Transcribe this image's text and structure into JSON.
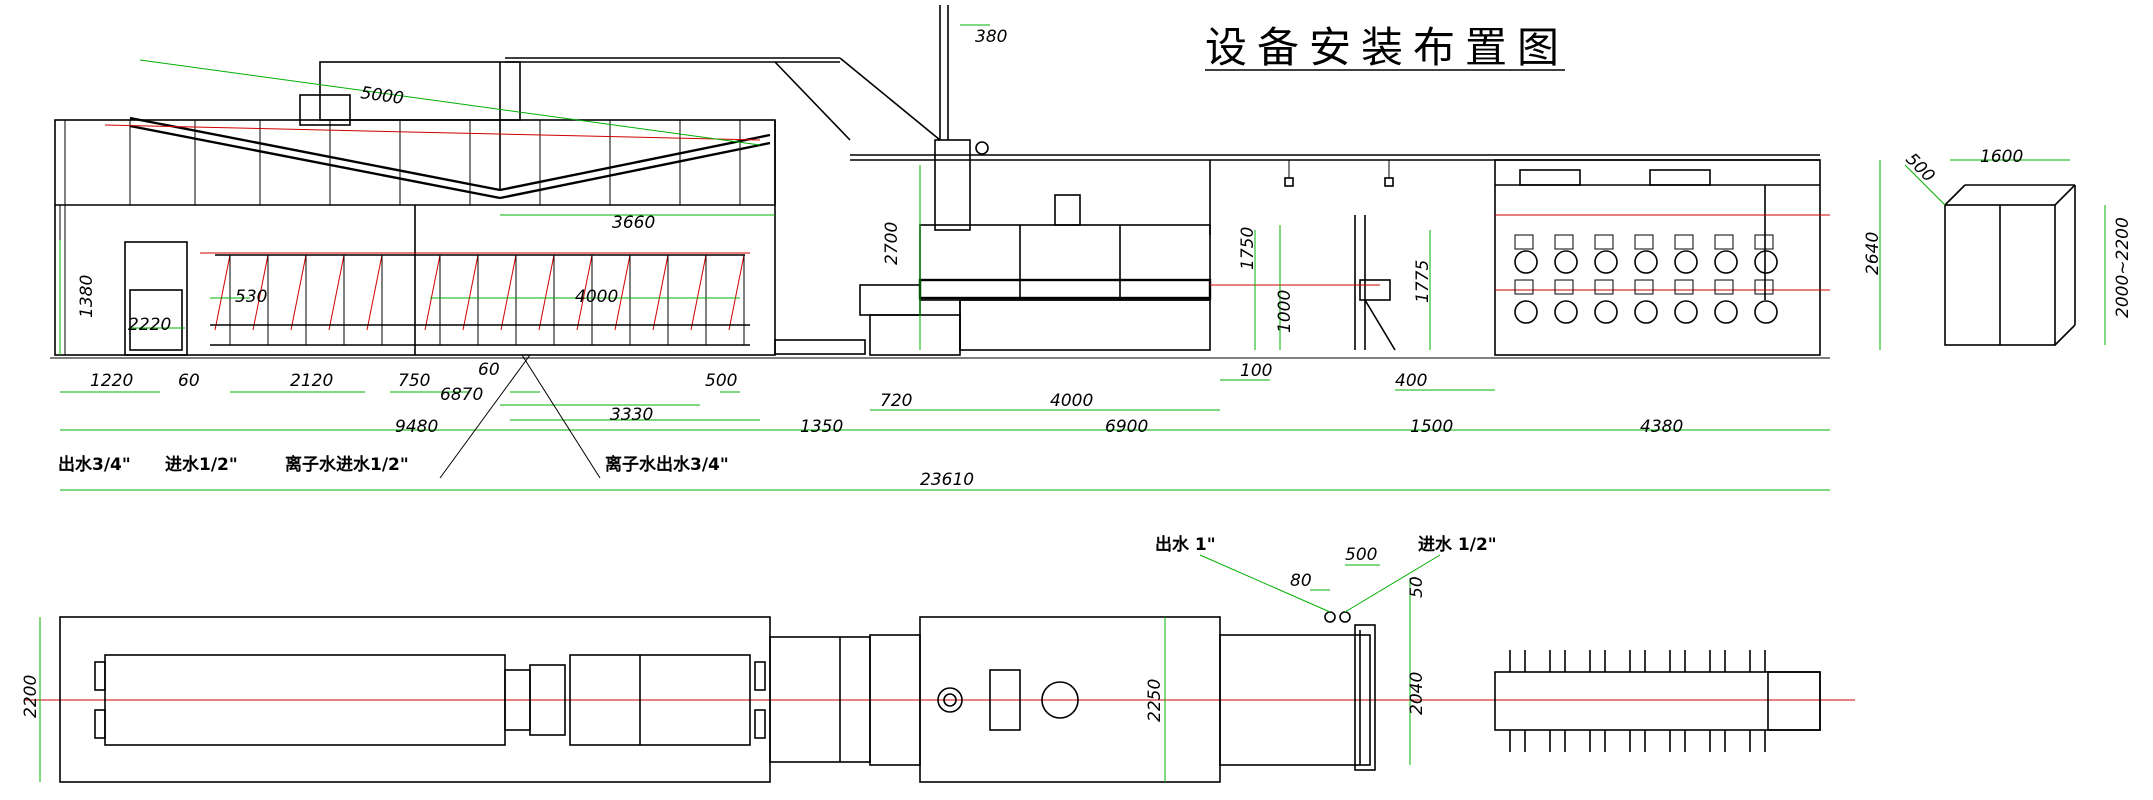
{
  "title": "设备安装布置图",
  "dims": {
    "d380": "380",
    "d5000": "5000",
    "d3660": "3660",
    "d1380": "1380",
    "d530": "530",
    "d4000a": "4000",
    "d2220": "2220",
    "d1220": "1220",
    "d60a": "60",
    "d2120": "2120",
    "d750": "750",
    "d60b": "60",
    "d6870": "6870",
    "d500a": "500",
    "d9480": "9480",
    "d3330": "3330",
    "d1350": "1350",
    "d6900": "6900",
    "d1500": "1500",
    "d4380": "4380",
    "d23610": "23610",
    "d720": "720",
    "d4000b": "4000",
    "d100": "100",
    "d2700": "2700",
    "d1750": "1750",
    "d1000": "1000",
    "d1775": "1775",
    "d400": "400",
    "d2640": "2640",
    "d500b": "500",
    "d1600": "1600",
    "d2000_2200": "2000~2200",
    "d2200": "2200",
    "d2250": "2250",
    "d2040": "2040",
    "d80": "80",
    "d500c": "500",
    "d50": "50"
  },
  "notes": {
    "outlet_3_4": "出水3/4\"",
    "inlet_1_2": "进水1/2\"",
    "chiller_inlet": "离子水进水1/2\"",
    "chiller_outlet": "离子水出水3/4\"",
    "outlet_1": "出水 1\"",
    "inlet_1_2b": "进水 1/2\""
  },
  "colors": {
    "line": "#000000",
    "dimension": "#00b000",
    "centerline": "#d00000"
  }
}
